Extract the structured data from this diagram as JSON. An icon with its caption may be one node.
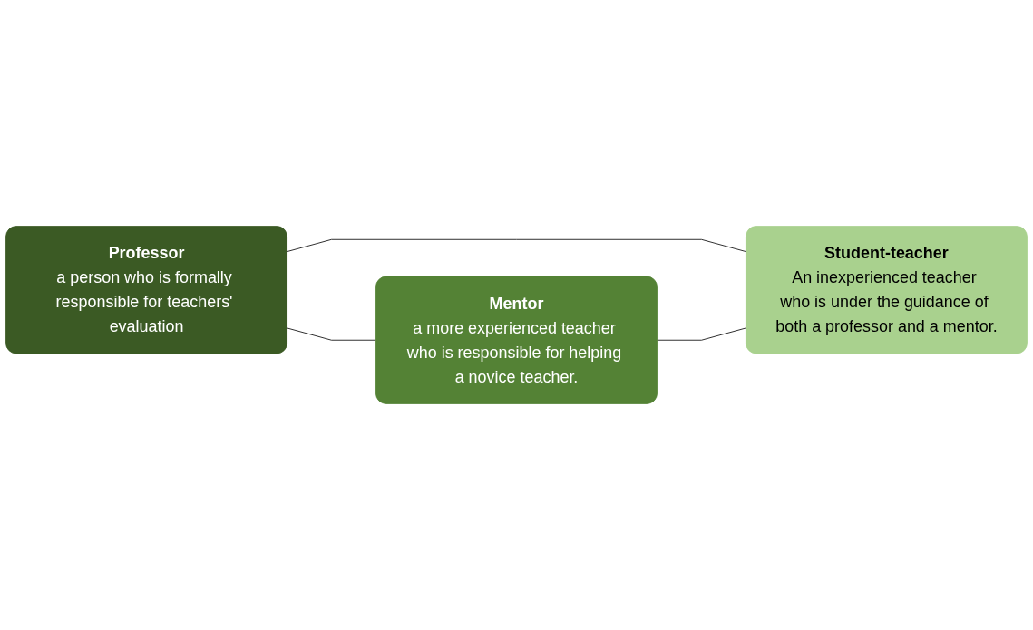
{
  "diagram": {
    "nodes": [
      {
        "text": [
          "Professor",
          "a person who is formally responsible for teachers' evaluation"
        ]
      },
      {
        "text": [
          "Mentor",
          "a more experienced teacher who is responsible for helping a novice teacher."
        ]
      },
      {
        "text": [
          "Student-teacher",
          "An inexperienced teacher who is under the guidance of both a professor and a mentor."
        ]
      }
    ],
    "edges": [
      {
        "from": 0,
        "to": 1,
        "arrow": "none"
      },
      {
        "from": 0,
        "to": 2,
        "arrow": "none"
      },
      {
        "from": 1,
        "to": 2,
        "arrow": "none"
      }
    ]
  }
}
